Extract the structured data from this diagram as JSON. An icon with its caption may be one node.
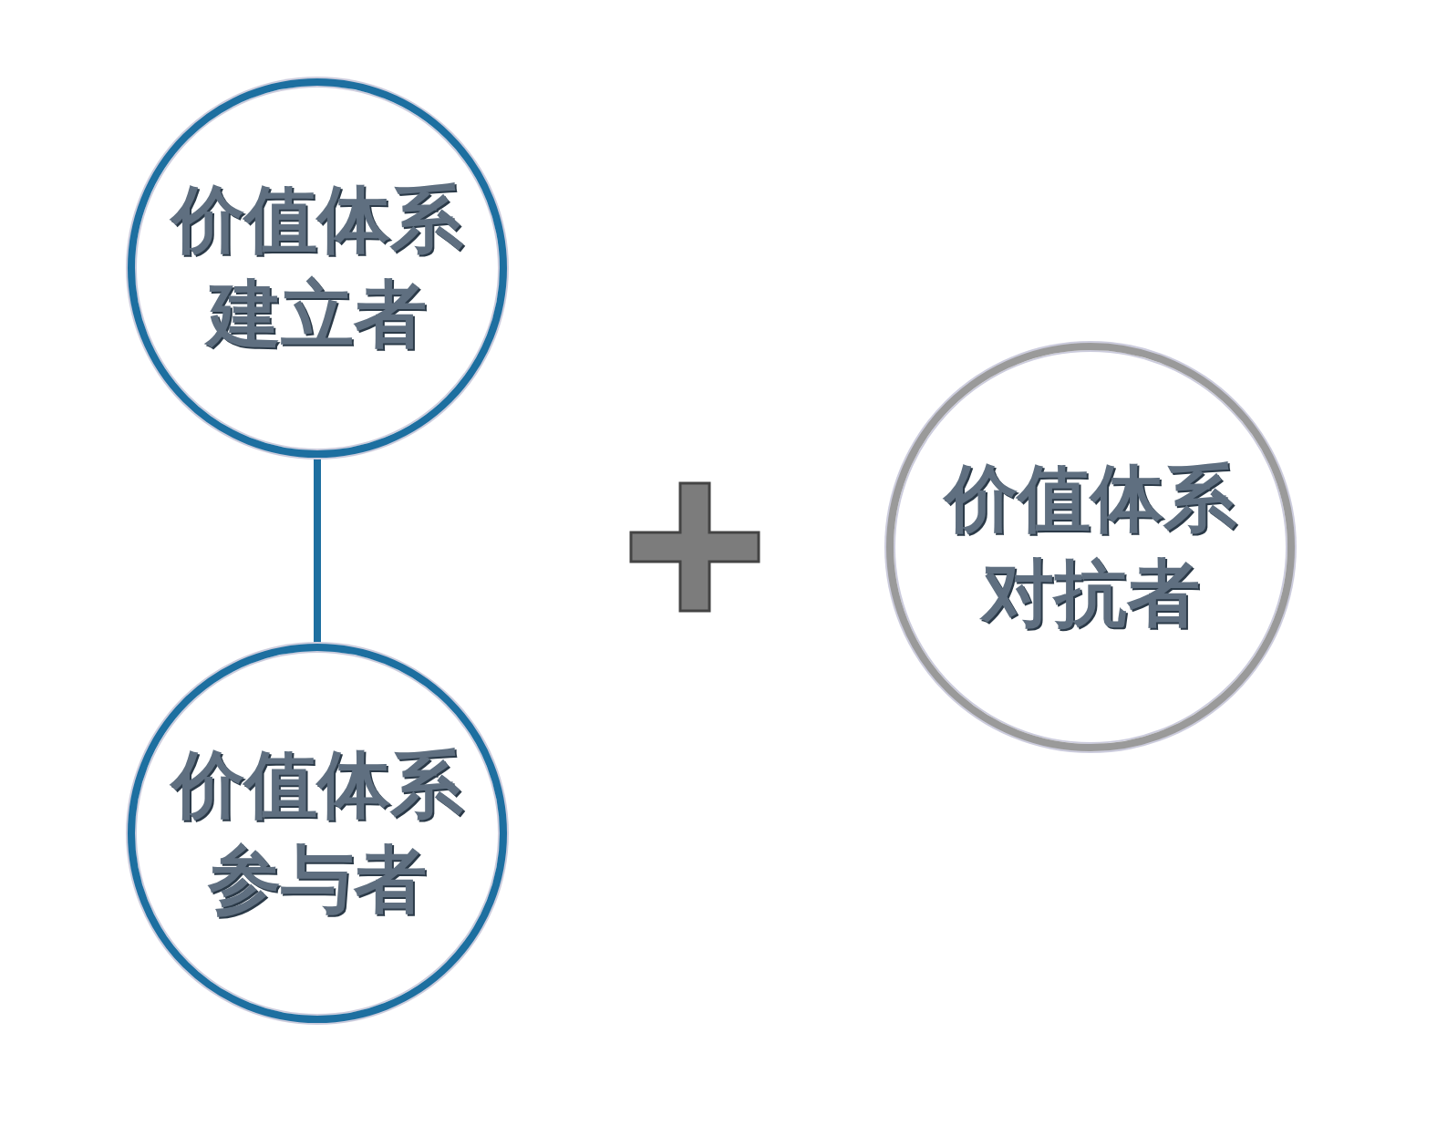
{
  "diagram": {
    "nodes": [
      {
        "text": [
          "价值体系建立者"
        ]
      },
      {
        "text": [
          "价值体系参与者"
        ]
      },
      {
        "text": [
          "价值体系对抗者"
        ]
      }
    ],
    "edges": [
      {
        "from": 0,
        "to": 1,
        "arrow": "none"
      }
    ]
  }
}
